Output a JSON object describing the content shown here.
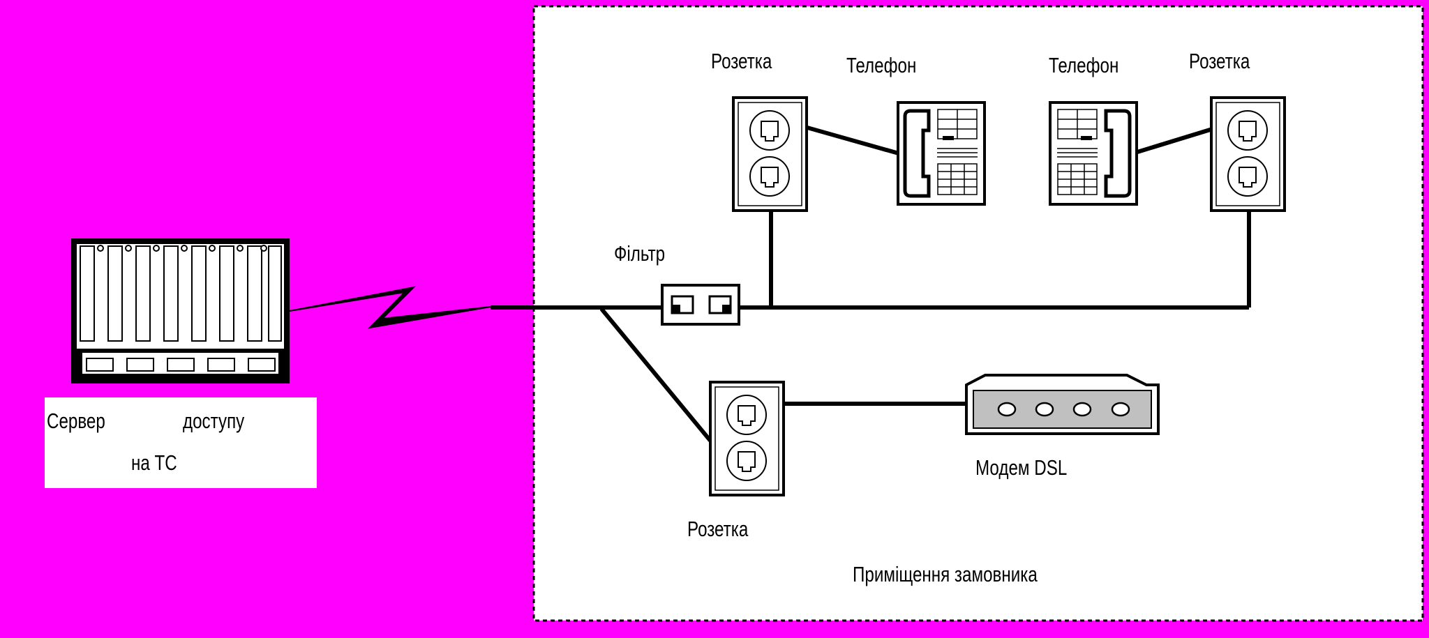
{
  "colors": {
    "background": "#ff00ff",
    "premises": "#ffffff",
    "stroke": "#000000",
    "modem_body": "#c0c0c0"
  },
  "labels": {
    "socket_top_left": "Розетка",
    "phone_left": "Телефон",
    "phone_right": "Телефон",
    "socket_top_right": "Розетка",
    "filter": "Фільтр",
    "socket_bottom": "Розетка",
    "modem": "Модем DSL",
    "premises": "Приміщення замовника",
    "server_line1_a": "Сервер",
    "server_line1_b": "доступу",
    "server_line2": "на ТС"
  },
  "icons": [
    "access-server-icon",
    "lightning-link-icon",
    "filter-icon",
    "wall-socket-icon",
    "telephone-icon",
    "dsl-modem-icon"
  ]
}
